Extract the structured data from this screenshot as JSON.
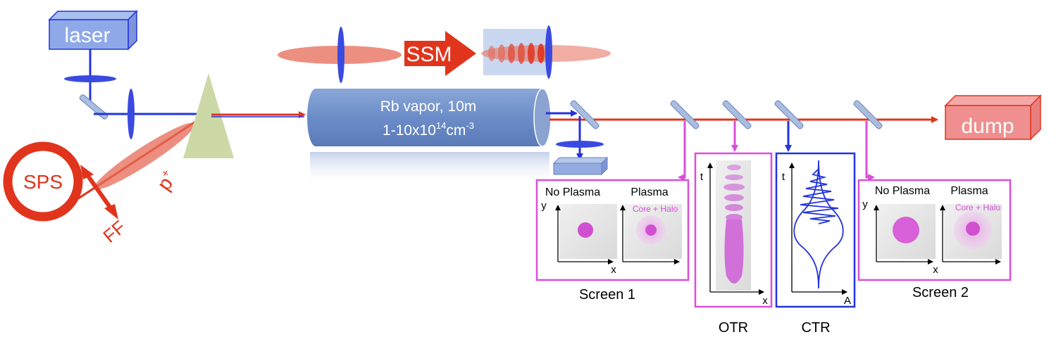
{
  "laser": {
    "label": "laser"
  },
  "dump": {
    "label": "dump"
  },
  "ssm": {
    "label": "SSM"
  },
  "vapor": {
    "line1": "Rb vapor, 10m",
    "line2_prefix": "1-10x10",
    "line2_exp": "14",
    "line2_mid": "cm",
    "line2_exp2": "-3"
  },
  "sps": {
    "label": "SPS"
  },
  "proton": {
    "label": "p",
    "sup": "+"
  },
  "ff": {
    "label": "FF"
  },
  "screen1": {
    "title": "Screen 1",
    "left": "No Plasma",
    "right": "Plasma",
    "halo": "Core + Halo",
    "y": "y",
    "x": "x"
  },
  "screen2": {
    "title": "Screen 2",
    "left": "No Plasma",
    "right": "Plasma",
    "halo": "Core + Halo",
    "y": "y",
    "x": "x"
  },
  "otr": {
    "title": "OTR",
    "t": "t",
    "x": "x"
  },
  "ctr": {
    "title": "CTR",
    "t": "t",
    "a": "A"
  },
  "colors": {
    "red": "#e1341c",
    "blue": "#2233dd",
    "magenta": "#d94fd9"
  }
}
